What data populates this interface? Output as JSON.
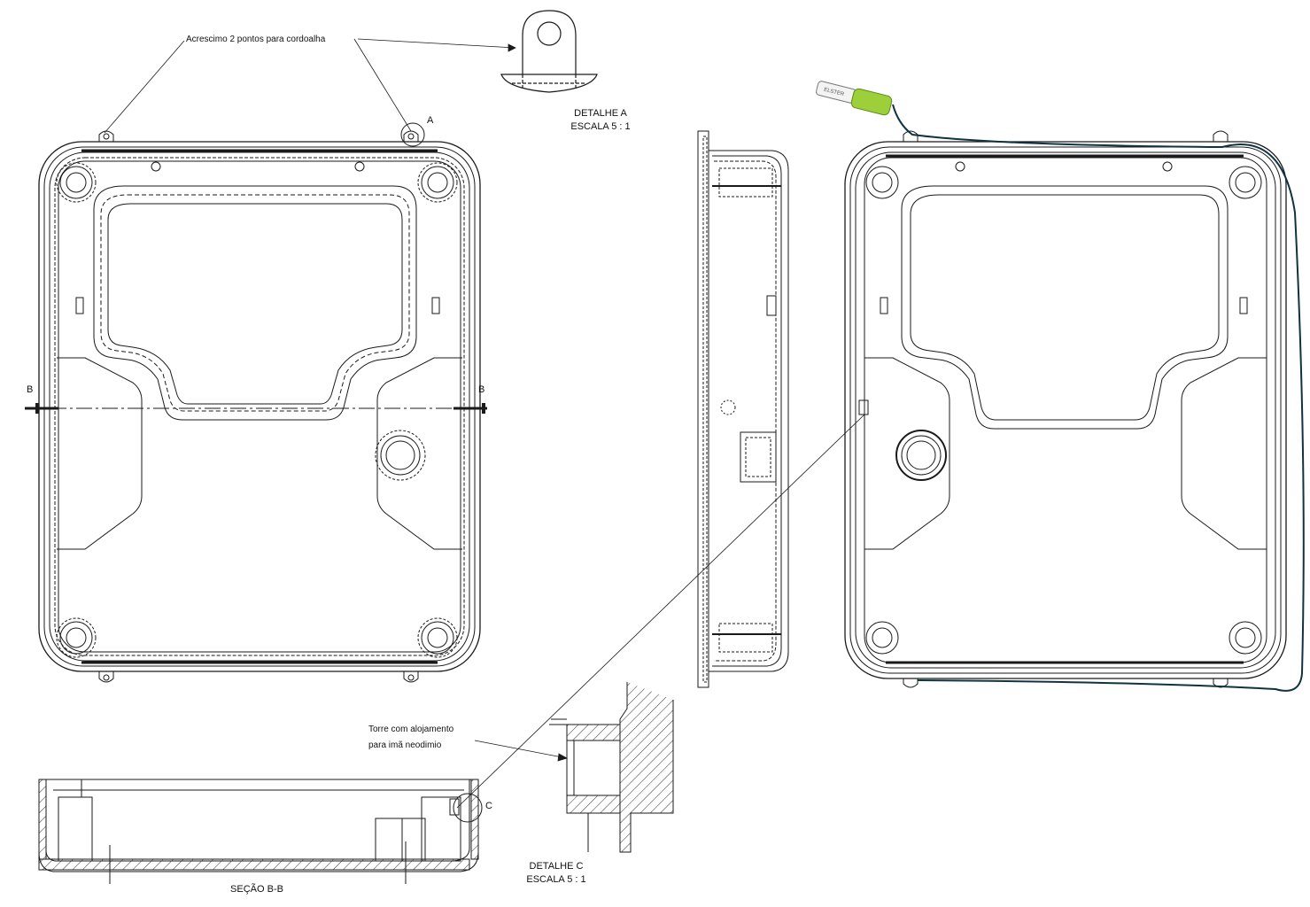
{
  "notes": {
    "cord_points": "Acrescimo 2 pontos para cordoalha",
    "tower_line1": "Torre com alojamento",
    "tower_line2": "para imã neodimio"
  },
  "detail_a": {
    "tag": "A",
    "title": "DETALHE A",
    "scale": "ESCALA 5 : 1"
  },
  "detail_c": {
    "tag": "C",
    "title": "DETALHE C",
    "scale": "ESCALA 5 : 1"
  },
  "section": {
    "tag_left": "B",
    "tag_right": "B",
    "title": "SEÇÃO B-B"
  },
  "colors": {
    "line": "#1a1a1a",
    "cable": "#0f3340",
    "seal": "#9ccf3a",
    "hatch": "#333333"
  },
  "icons": {
    "seal": "security-seal-icon"
  }
}
